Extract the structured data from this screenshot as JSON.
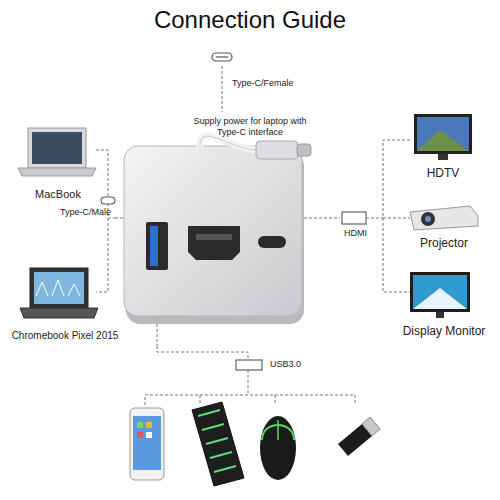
{
  "diagram": {
    "title": "Connection Guide",
    "labels": [
      "Type-C/Female",
      "Supply power for laptop with Type-C interface",
      "MacBook",
      "Type-C/Male",
      "Chromebook Pixel 2015",
      "HDMI",
      "HDTV",
      "Projector",
      "Display Monitor",
      "USB3.0"
    ]
  }
}
